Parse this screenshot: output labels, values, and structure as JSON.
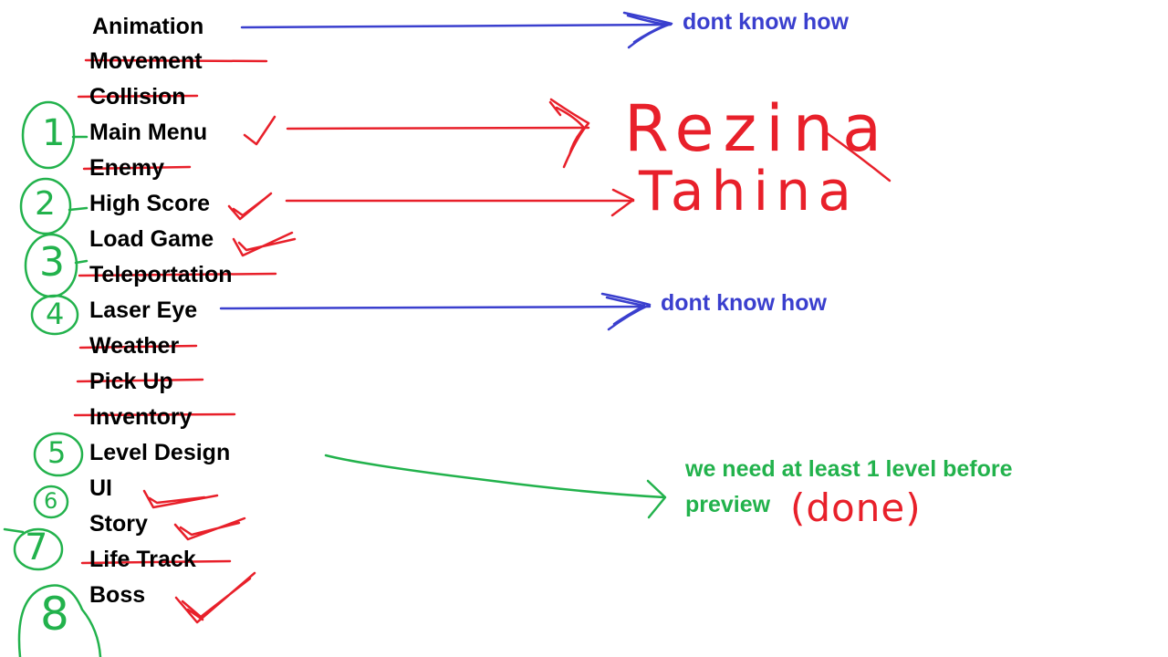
{
  "features": [
    {
      "label": "Animation",
      "status": "open"
    },
    {
      "label": "Movement",
      "status": "struck"
    },
    {
      "label": "Collision",
      "status": "struck"
    },
    {
      "label": "Main Menu",
      "status": "checked",
      "number": "1"
    },
    {
      "label": "Enemy",
      "status": "struck"
    },
    {
      "label": "High Score",
      "status": "checked",
      "number": "2"
    },
    {
      "label": "Load Game",
      "status": "checked",
      "number": "3"
    },
    {
      "label": "Teleportation",
      "status": "struck"
    },
    {
      "label": "Laser Eye",
      "status": "open",
      "number": "4"
    },
    {
      "label": "Weather",
      "status": "struck"
    },
    {
      "label": "Pick Up",
      "status": "struck"
    },
    {
      "label": "Inventory",
      "status": "struck"
    },
    {
      "label": "Level Design",
      "status": "open",
      "number": "5"
    },
    {
      "label": "UI",
      "status": "checked",
      "number": "6"
    },
    {
      "label": "Story",
      "status": "checked"
    },
    {
      "label": "Life Track",
      "status": "struck",
      "number": "7"
    },
    {
      "label": "Boss",
      "status": "checked",
      "number": "8"
    }
  ],
  "notes": {
    "animation": "dont know how",
    "laser_eye": "dont know how",
    "level_design_line1": "we need at least 1 level before",
    "level_design_line2": "preview",
    "level_design_done": "(done)"
  },
  "assignees": {
    "main_menu": "Rezina",
    "high_score": "Tahina"
  },
  "colors": {
    "text": "#000000",
    "blue_ink": "#3a3fce",
    "red_ink": "#e8202a",
    "green_ink": "#22b24c"
  }
}
